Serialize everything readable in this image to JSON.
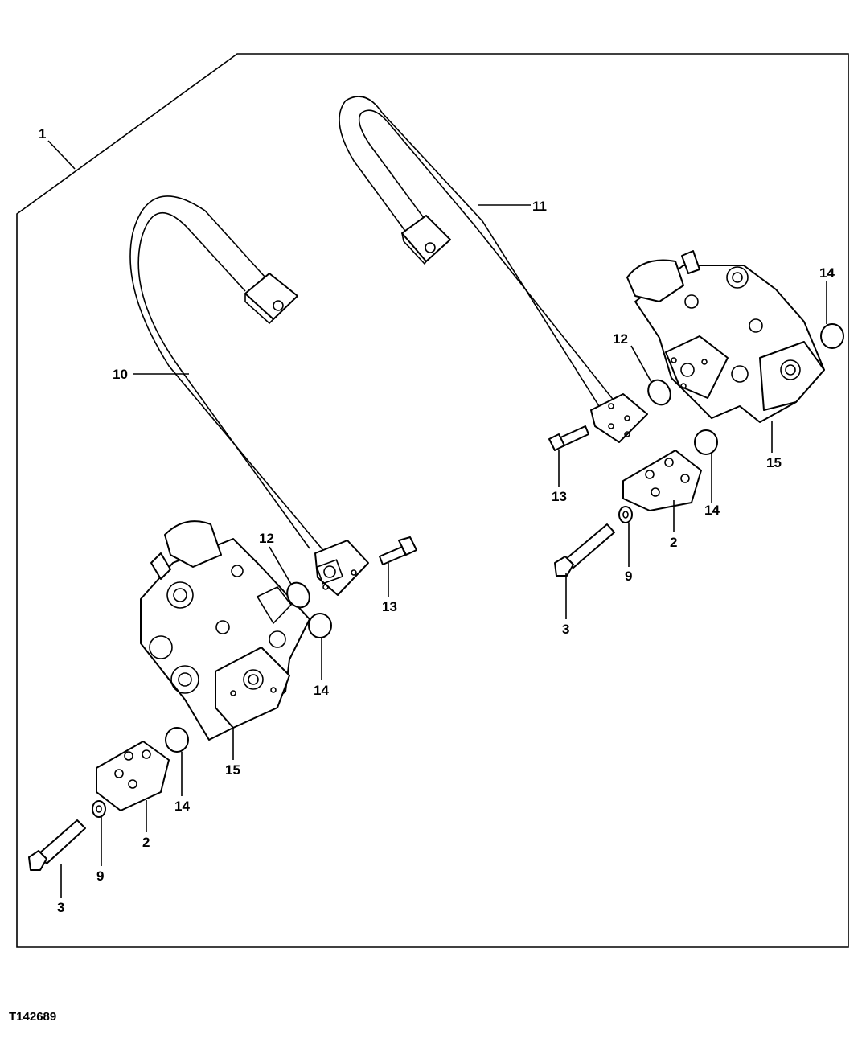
{
  "figure_id": "T142689",
  "callouts": {
    "frame": "1",
    "tube_left": "10",
    "tube_right": "11",
    "oring_left": "12",
    "oring_right": "12",
    "bolt_tube_left": "13",
    "bolt_tube_right": "13",
    "seal_left_upper": "14",
    "seal_left_lower": "14",
    "seal_right_upper": "14",
    "seal_right_lower": "14",
    "pump_left": "15",
    "pump_right": "15",
    "flange_left": "2",
    "flange_right": "2",
    "washer_left": "9",
    "washer_right": "9",
    "capscrew_left": "3",
    "capscrew_right": "3"
  }
}
